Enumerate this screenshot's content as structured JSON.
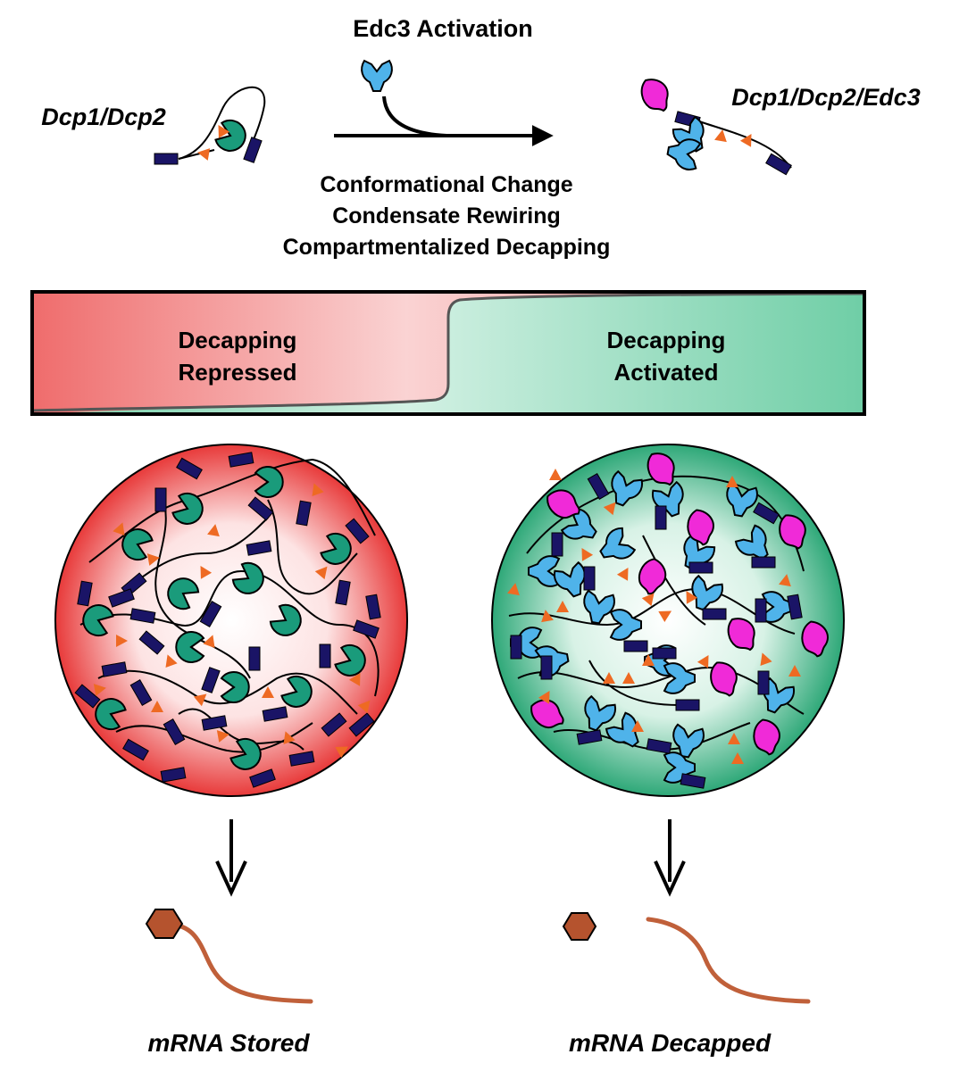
{
  "top": {
    "left_complex_label": "Dcp1/Dcp2",
    "activation_label": "Edc3 Activation",
    "right_complex_label": "Dcp1/Dcp2/Edc3",
    "effects": [
      "Conformational Change",
      "Condensate Rewiring",
      "Compartmentalized Decapping"
    ]
  },
  "bar": {
    "left_line1": "Decapping",
    "left_line2": "Repressed",
    "right_line1": "Decapping",
    "right_line2": "Activated",
    "left_color": "#f08080",
    "right_color": "#7fd4b0"
  },
  "bottom": {
    "left_outcome": "mRNA Stored",
    "right_outcome": "mRNA Decapped"
  },
  "colors": {
    "dcp2_teal": "#1a9b7b",
    "edc3_blue": "#4fb3ea",
    "dcp1_magenta": "#f02ad8",
    "motif_navy": "#1a1466",
    "triangle_orange": "#ee6a23",
    "cap_brown": "#b5532e",
    "rna_brown": "#c0603a"
  }
}
